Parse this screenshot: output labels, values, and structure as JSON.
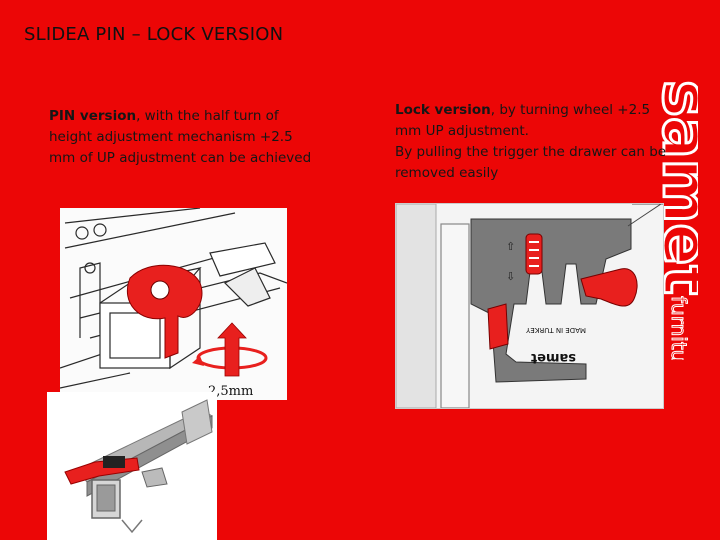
{
  "slide": {
    "title": "SLIDEA PIN – LOCK VERSION",
    "left_paragraph": {
      "bold": "PIN version",
      "text": ", with the half turn of height adjustment mechanism +2.5 mm of UP adjustment can be achieved"
    },
    "right_paragraph": {
      "bold": "Lock version",
      "line1": ", by turning wheel +2.5 mm UP adjustment.",
      "line2": "By pulling the trigger the drawer can be removed easily"
    },
    "figure1_label": "2,5mm",
    "figure3_part_text_1": "MADE IN TURKEY",
    "figure3_part_text_2": "samet",
    "logo_text": "samet",
    "logo_tag": "furniture"
  },
  "colors": {
    "background": "#ec0606",
    "accent": "#e8201e",
    "text": "#161616"
  }
}
